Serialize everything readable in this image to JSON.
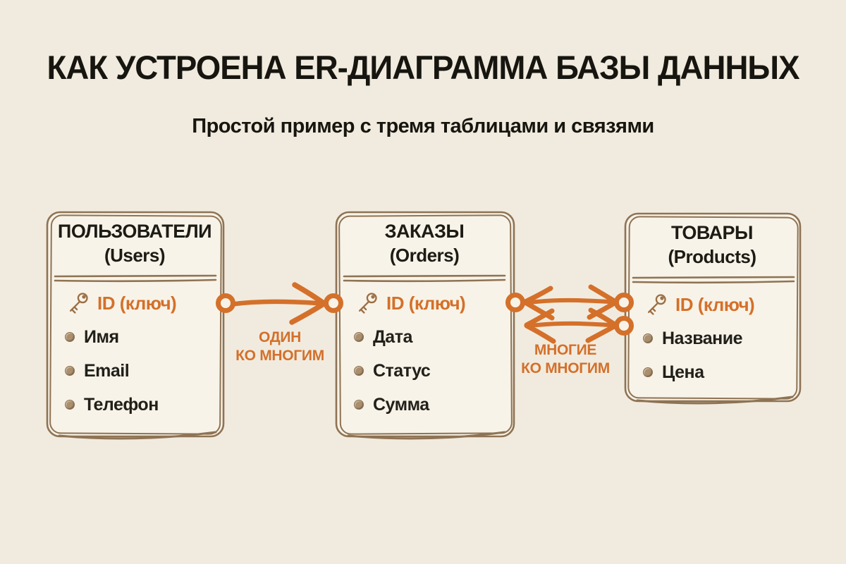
{
  "header": {
    "title": "КАК УСТРОЕНА ER-ДИАГРАММА БАЗЫ ДАННЫХ",
    "subtitle": "Простой пример с тремя таблицами и связями"
  },
  "tables": [
    {
      "name": "ПОЛЬЗОВАТЕЛИ",
      "en_name": "(Users)",
      "key_field": "ID (ключ)",
      "fields": [
        "Имя",
        "Email",
        "Телефон"
      ]
    },
    {
      "name": "ЗАКАЗЫ",
      "en_name": "(Orders)",
      "key_field": "ID (ключ)",
      "fields": [
        "Дата",
        "Статус",
        "Сумма"
      ]
    },
    {
      "name": "ТОВАРЫ",
      "en_name": "(Products)",
      "key_field": "ID (ключ)",
      "fields": [
        "Название",
        "Цена"
      ]
    }
  ],
  "relationships": [
    {
      "type": "one-to-many",
      "from": "ПОЛЬЗОВАТЕЛИ",
      "to": "ЗАКАЗЫ",
      "label_lines": [
        "ОДИН",
        "КО МНОГИМ"
      ]
    },
    {
      "type": "many-to-many",
      "from": "ЗАКАЗЫ",
      "to": "ТОВАРЫ",
      "label_lines": [
        "МНОГИЕ",
        "КО МНОГИМ"
      ]
    }
  ],
  "colors": {
    "background": "#f1ebdf",
    "box_fill": "#f8f3e8",
    "border_brown": "#8e7354",
    "accent_orange": "#d4702a",
    "key_icon_brown": "#9c6f45",
    "text_dark": "#1d1b15"
  }
}
